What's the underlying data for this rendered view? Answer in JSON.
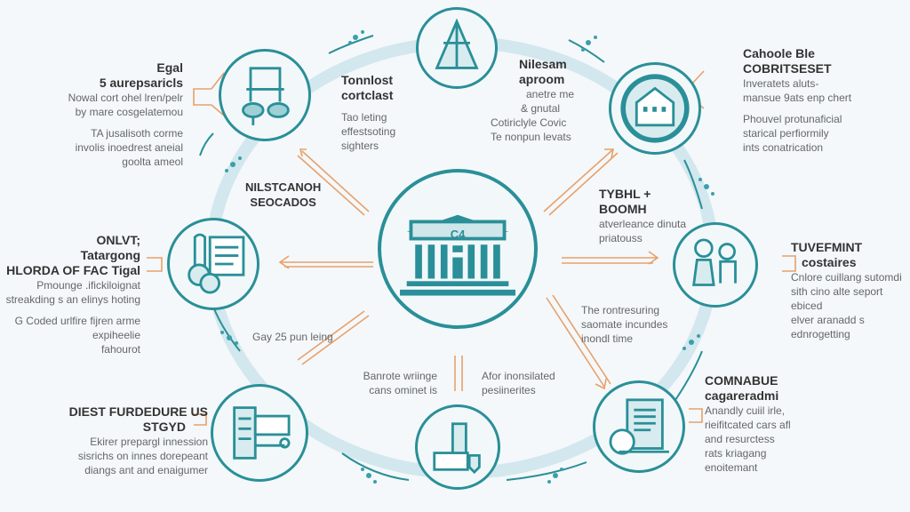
{
  "colors": {
    "teal": "#2a8f98",
    "ring": "#d3e7ee",
    "arrow": "#e8a06a",
    "text": "#555555"
  },
  "center": {
    "label": "C4",
    "icon": "bank-building-icon"
  },
  "nodes": [
    {
      "id": "top",
      "icon": "tent-icon"
    },
    {
      "id": "top-left",
      "icon": "machinery-icon"
    },
    {
      "id": "top-right",
      "icon": "house-icon"
    },
    {
      "id": "left",
      "icon": "money-document-icon"
    },
    {
      "id": "right",
      "icon": "people-icon"
    },
    {
      "id": "bottom-left",
      "icon": "document-stack-icon"
    },
    {
      "id": "bottom",
      "icon": "card-shield-icon"
    },
    {
      "id": "bottom-right",
      "icon": "tablet-icon"
    }
  ],
  "blocks": {
    "egal": {
      "title": [
        "Egal",
        "5 aurepsaricls"
      ],
      "lines": [
        "Nowal cort ohel lren/pelr",
        "by mare cosgelatemou"
      ],
      "lines2": [
        "TA jusalisoth corme",
        "involis inoedrest aneial",
        "goolta ameol"
      ]
    },
    "tonnlost": {
      "title": [
        "Tonnlost",
        "cortclast"
      ],
      "lines": [
        "Tao leting",
        "effestsoting",
        "sighters"
      ]
    },
    "nilesam": {
      "title": [
        "Nilesam",
        "aproom"
      ],
      "lines": [
        "anetre me",
        "& gnutal",
        "Cotiriclyle Covic",
        "Te nonpun levats"
      ]
    },
    "cahoole": {
      "title": [
        "Cahoole Ble",
        "COBRITSESET"
      ],
      "lines": [
        "Inveratets aluts-",
        "mansue 9ats enp chert"
      ],
      "lines2": [
        "Phouvel protunaficial",
        "starical perfiormily",
        "ints conatrication"
      ]
    },
    "nilstcanoh": {
      "title": [
        "NILSTCANOH",
        "SEOCADOS"
      ]
    },
    "tybhl": {
      "title": [
        "TYBHL +",
        "BOOMH"
      ],
      "lines": [
        "atverleance dinuta",
        "priatouss"
      ]
    },
    "onlvt": {
      "title": [
        "ONLVT;",
        "Tatargong",
        "HLORDA OF FAC Tigal"
      ],
      "lines": [
        "Pmounge .ifickiloignat",
        "streakding s an elinys hoting"
      ],
      "lines2": [
        "G Coded urlfire fijren arme",
        "expiheelie",
        "fahourot"
      ]
    },
    "tuvefmint": {
      "title": [
        "TUVEFMINT",
        "costaires"
      ],
      "lines": [
        "Cnlore cuillang sutomdi",
        "sith cino alte seport",
        "ebiced",
        "elver aranadd s",
        "ednrogetting"
      ]
    },
    "gay": {
      "lines": [
        "Gay 25 pun leing"
      ]
    },
    "rontresuring": {
      "lines": [
        "The rontresuring",
        "saomate incundes",
        "inondl time"
      ]
    },
    "banrote": {
      "lines": [
        "Banrote wriinge",
        "cans ominet is"
      ]
    },
    "afor": {
      "lines": [
        "Afor inonsilated",
        "pesiinerites"
      ]
    },
    "diest": {
      "title": [
        "DIEST FURDEDURE US",
        "STGYD"
      ],
      "lines": [
        "Ekirer prepargl innession",
        "sisrichs on innes dorepeant",
        "diangs ant and enaigumer"
      ]
    },
    "comnabue": {
      "title": [
        "COMNABUE",
        "cagareradmi"
      ],
      "lines": [
        "Anandly cuiil irle,",
        "rieifitcated cars afl",
        "and resurctess",
        "rats kriagang",
        "enoitemant"
      ]
    }
  }
}
